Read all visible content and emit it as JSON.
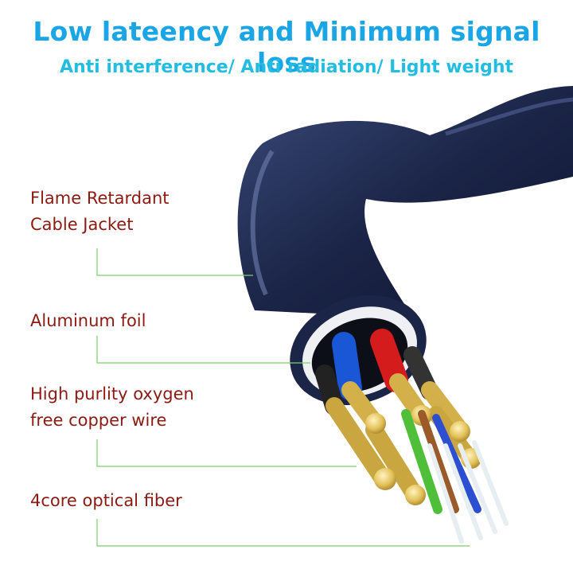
{
  "header": {
    "title": "Low lateency and Minimum signal loss",
    "subtitle": "Anti interference/ Anti radiation/ Light weight"
  },
  "callouts": [
    {
      "lines": [
        "Flame Retardant",
        "Cable Jacket"
      ]
    },
    {
      "lines": [
        "Aluminum foil"
      ]
    },
    {
      "lines": [
        "High purlity oxygen",
        "free copper wire"
      ]
    },
    {
      "lines": [
        "4core optical fiber"
      ]
    }
  ],
  "colors": {
    "title": "#1aa6e6",
    "subtitle": "#22bde0",
    "label": "#8b1a12",
    "leader_line": "#7ccf6c",
    "jacket": "#1b2547",
    "wire_blue": "#1a57d6",
    "wire_red": "#d41c1c",
    "copper_gold": "#e3c25a"
  }
}
